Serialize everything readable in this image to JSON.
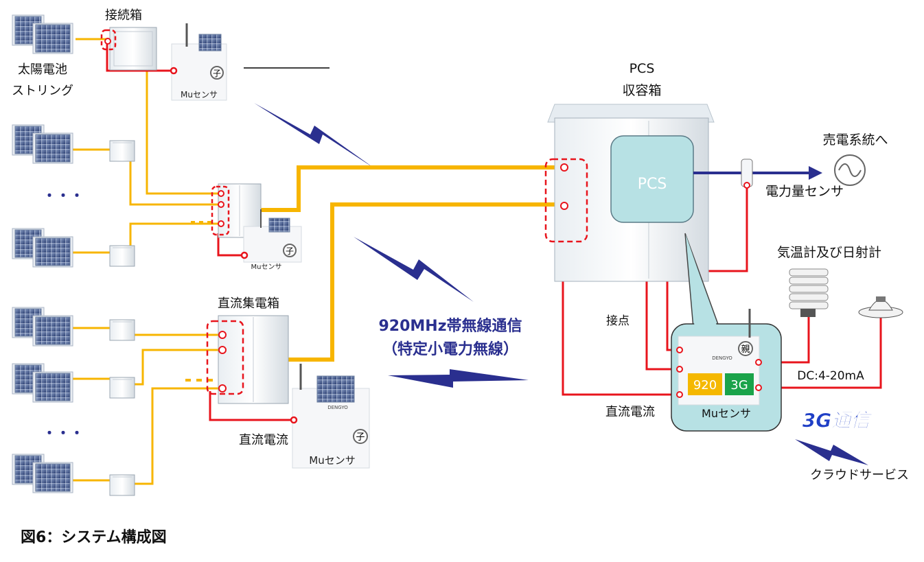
{
  "labels": {
    "junction_box": "接続箱",
    "solar_string_line1": "太陽電池",
    "solar_string_line2": "ストリング",
    "dots": "・・・",
    "dc_collector_box": "直流集電箱",
    "dc_current_left": "直流電流",
    "dc_current_right": "直流電流",
    "pcs_box_line1": "PCS",
    "pcs_box_line2": "収容箱",
    "pcs_inner": "PCS",
    "to_grid": "売電系統へ",
    "power_sensor": "電力量センサ",
    "weather_sensors": "気温計及び日射計",
    "contact": "接点",
    "dc_signal": "DC:4-20mA",
    "wireless_line1": "920MHz帯無線通信",
    "wireless_line2": "（特定小電力無線）",
    "comm_3g": "3G通信",
    "cloud": "クラウドサービス",
    "caption": "図6：システム構成図"
  },
  "sensors": {
    "child_label": "Muセンサ",
    "child_mark": "子",
    "parent_label": "Muセンサ",
    "parent_mark": "親",
    "badge_920": "920",
    "badge_3g": "3G",
    "brand": "DENGYO"
  },
  "colors": {
    "dc_line": "#f7b500",
    "signal_line": "#e8141c",
    "wireless": "#2a2f8f",
    "grid_arrow": "#2a2f8f",
    "pcs_fill": "#b7e1e4",
    "badge_920": "#f5b800",
    "badge_3g": "#1aa34a",
    "comm_3g_text": "#1f3fc6"
  }
}
